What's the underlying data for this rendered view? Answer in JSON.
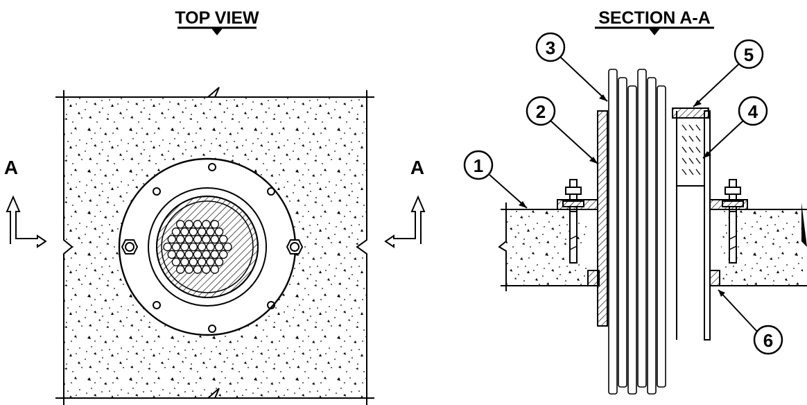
{
  "views": {
    "top": {
      "title": "TOP VIEW"
    },
    "section": {
      "title": "SECTION A-A"
    }
  },
  "section_markers": {
    "left": "A",
    "right": "A"
  },
  "callouts": [
    "1",
    "2",
    "3",
    "4",
    "5",
    "6"
  ],
  "colors": {
    "line": "#000000",
    "background": "#ffffff"
  }
}
